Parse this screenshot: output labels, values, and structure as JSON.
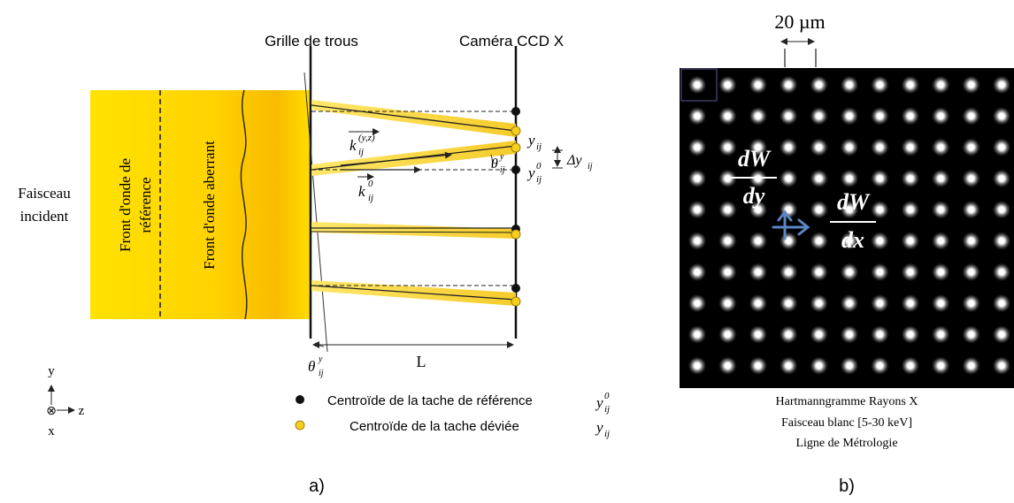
{
  "panel_a": {
    "label": "a)",
    "title_grid": "Grille de trous",
    "title_camera": "Caméra CCD X",
    "beam_label_line1": "Faisceau",
    "beam_label_line2": "incident",
    "front_reference_line1": "Front d'onde de",
    "front_reference_line2": "référence",
    "front_aberrant": "Front d'onde aberrant",
    "k_yz_base": "k",
    "k_yz_sub": "ij",
    "k_yz_sup": "(y,z)",
    "k0_base": "k",
    "k0_sub": "ij",
    "k0_sup": "0",
    "theta_base": "θ",
    "theta_sub": "ij",
    "theta_sup": "y",
    "yij_base": "y",
    "yij_sub": "ij",
    "y0_base": "y",
    "y0_sub": "ij",
    "y0_sup": "0",
    "delta_base": "Δy",
    "delta_sub": "ij",
    "distance_label": "L",
    "axis_y": "y",
    "axis_z": "z",
    "axis_x": "x",
    "axis_x_symbol": "⊗",
    "legend_ref_text": "Centroïde de la tache de référence",
    "legend_dev_text": "Centroïde de la tache déviée",
    "legend_ref_color": "#111111",
    "legend_dev_color": "#f5cf1d"
  },
  "panel_b": {
    "label": "b)",
    "scale_label": "20 µm",
    "dw_num": "dW",
    "dw_den_y": "dy",
    "dw_den_x": "dx",
    "caption_line1": "Hartmanngramme  Rayons  X",
    "caption_line2": "Faisceau blanc  [5-30 keV]",
    "caption_line3": "Ligne  de Métrologie",
    "arrow_color": "#5b86c4"
  },
  "colors": {
    "beam_yellow": "#ffd900",
    "beam_orange": "#f7b500",
    "hartmann_bg": "#000000",
    "spot": "#ffffff"
  }
}
